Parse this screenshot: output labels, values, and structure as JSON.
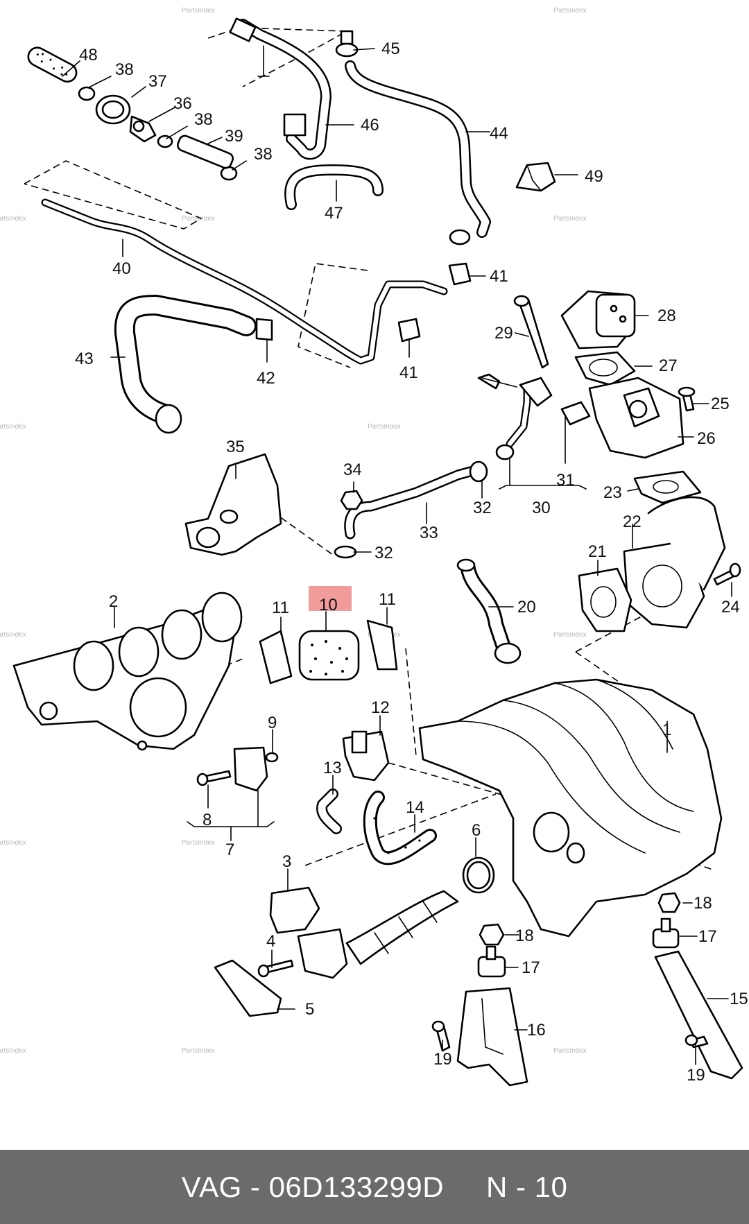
{
  "diagram": {
    "watermark": "PartsIndex",
    "highlight_color": "#f08a8a",
    "callouts": [
      {
        "id": "c48",
        "text": "48"
      },
      {
        "id": "c38a",
        "text": "38"
      },
      {
        "id": "c37",
        "text": "37"
      },
      {
        "id": "c36",
        "text": "36"
      },
      {
        "id": "c38b",
        "text": "38"
      },
      {
        "id": "c39",
        "text": "39"
      },
      {
        "id": "c38c",
        "text": "38"
      },
      {
        "id": "c45",
        "text": "45"
      },
      {
        "id": "c46",
        "text": "46"
      },
      {
        "id": "c44",
        "text": "44"
      },
      {
        "id": "c47",
        "text": "47"
      },
      {
        "id": "c49",
        "text": "49"
      },
      {
        "id": "c40",
        "text": "40"
      },
      {
        "id": "c41a",
        "text": "41"
      },
      {
        "id": "c43",
        "text": "43"
      },
      {
        "id": "c42",
        "text": "42"
      },
      {
        "id": "c41b",
        "text": "41"
      },
      {
        "id": "c28",
        "text": "28"
      },
      {
        "id": "c29",
        "text": "29"
      },
      {
        "id": "c27",
        "text": "27"
      },
      {
        "id": "c25",
        "text": "25"
      },
      {
        "id": "c26",
        "text": "26"
      },
      {
        "id": "c31",
        "text": "31"
      },
      {
        "id": "c30",
        "text": "30"
      },
      {
        "id": "c23",
        "text": "23"
      },
      {
        "id": "c35",
        "text": "35"
      },
      {
        "id": "c34",
        "text": "34"
      },
      {
        "id": "c32a",
        "text": "32"
      },
      {
        "id": "c33",
        "text": "33"
      },
      {
        "id": "c32b",
        "text": "32"
      },
      {
        "id": "c22",
        "text": "22"
      },
      {
        "id": "c21",
        "text": "21"
      },
      {
        "id": "c24",
        "text": "24"
      },
      {
        "id": "c20",
        "text": "20"
      },
      {
        "id": "c2",
        "text": "2"
      },
      {
        "id": "c11a",
        "text": "11"
      },
      {
        "id": "c10",
        "text": "10"
      },
      {
        "id": "c11b",
        "text": "11"
      },
      {
        "id": "c1",
        "text": "1"
      },
      {
        "id": "c12",
        "text": "12"
      },
      {
        "id": "c9",
        "text": "9"
      },
      {
        "id": "c13",
        "text": "13"
      },
      {
        "id": "c14",
        "text": "14"
      },
      {
        "id": "c8",
        "text": "8"
      },
      {
        "id": "c7",
        "text": "7"
      },
      {
        "id": "c6",
        "text": "6"
      },
      {
        "id": "c3",
        "text": "3"
      },
      {
        "id": "c18a",
        "text": "18"
      },
      {
        "id": "c18b",
        "text": "18"
      },
      {
        "id": "c17a",
        "text": "17"
      },
      {
        "id": "c17b",
        "text": "17"
      },
      {
        "id": "c4",
        "text": "4"
      },
      {
        "id": "c15",
        "text": "15"
      },
      {
        "id": "c16",
        "text": "16"
      },
      {
        "id": "c5",
        "text": "5"
      },
      {
        "id": "c19a",
        "text": "19"
      },
      {
        "id": "c19b",
        "text": "19"
      }
    ]
  },
  "footer": {
    "text": "VAG - 06D133299D     N - 10",
    "background": "#6b6b6b"
  }
}
